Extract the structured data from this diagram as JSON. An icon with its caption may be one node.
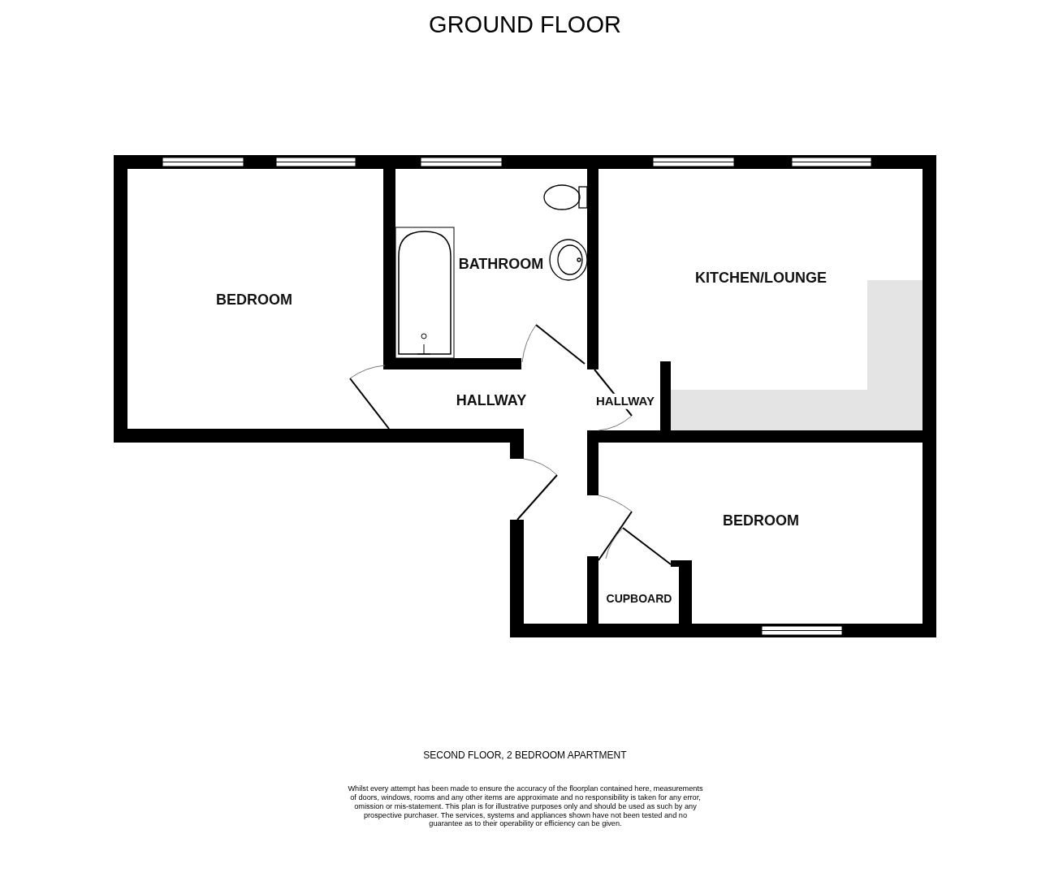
{
  "diagram": {
    "title": "GROUND FLOOR",
    "nodes": [
      {
        "text": [
          "BEDROOM"
        ]
      },
      {
        "text": [
          "BATHROOM"
        ]
      },
      {
        "text": [
          "KITCHEN/LOUNGE"
        ]
      },
      {
        "text": [
          "HALLWAY"
        ]
      },
      {
        "text": [
          "HALLWAY"
        ]
      },
      {
        "text": [
          "BEDROOM"
        ]
      },
      {
        "text": [
          "CUPBOARD"
        ]
      }
    ],
    "labels": [
      "SECOND FLOOR, 2 BEDROOM APARTMENT",
      "Whilst every attempt has been made to ensure the accuracy of the floorplan contained here, measurements of doors, windows, rooms and any other items are approximate and no responsibility is taken for any error, omission or mis-statement. This plan is for illustrative purposes only and should be used as such by any prospective purchaser. The services, systems and appliances shown have not been tested and no guarantee as to their operability or efficiency can be given."
    ]
  }
}
